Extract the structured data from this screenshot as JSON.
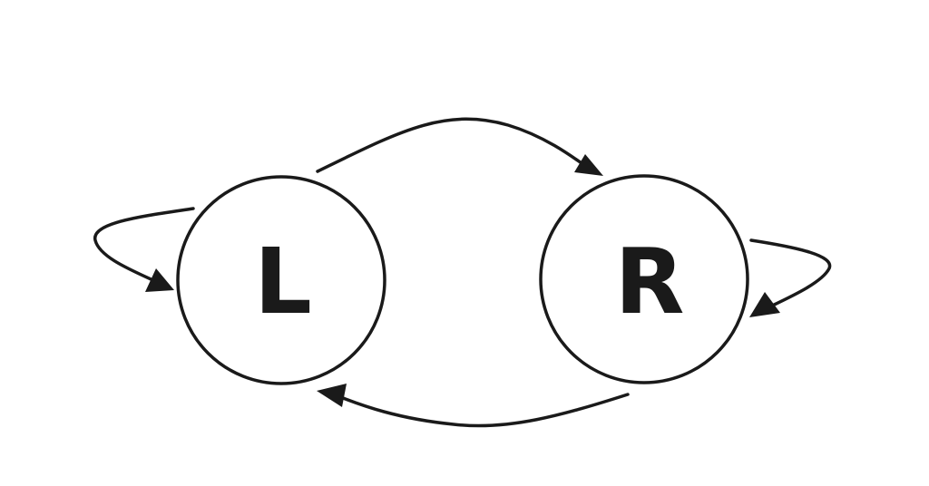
{
  "nodes": [
    {
      "id": "L",
      "label": "L"
    },
    {
      "id": "R",
      "label": "R"
    }
  ],
  "edges": [
    {
      "from": "L",
      "to": "R"
    },
    {
      "from": "R",
      "to": "L"
    },
    {
      "from": "L",
      "to": "L"
    },
    {
      "from": "R",
      "to": "R"
    }
  ],
  "colors": {
    "stroke": "#1a1a1a",
    "background": "#ffffff"
  }
}
